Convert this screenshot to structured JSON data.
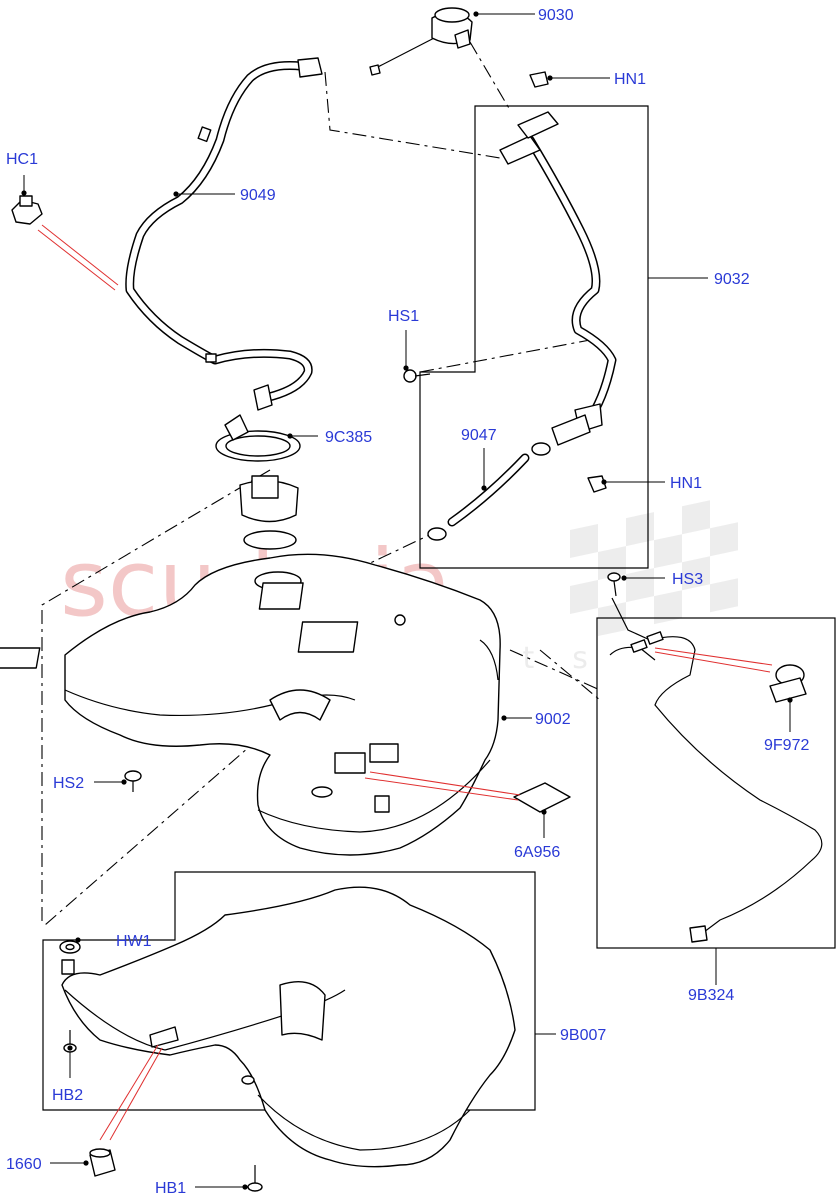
{
  "watermark": {
    "brand": "scuderia",
    "sub": "car parts"
  },
  "colors": {
    "label": "#2a3ad6",
    "leader": "#000000",
    "callout": "#e03030",
    "watermark": "#f3c7c7"
  },
  "labels": {
    "p9030": "9030",
    "hn1_top": "HN1",
    "hc1": "HC1",
    "p9049": "9049",
    "p9032": "9032",
    "hs1": "HS1",
    "p9c385": "9C385",
    "p9047": "9047",
    "hn1_bottom": "HN1",
    "hs3": "HS3",
    "p9002": "9002",
    "p9f972": "9F972",
    "hs2": "HS2",
    "p6a956": "6A956",
    "hw1": "HW1",
    "p9b324": "9B324",
    "p9b007": "9B007",
    "hb2": "HB2",
    "p1660": "1660",
    "hb1": "HB1"
  }
}
